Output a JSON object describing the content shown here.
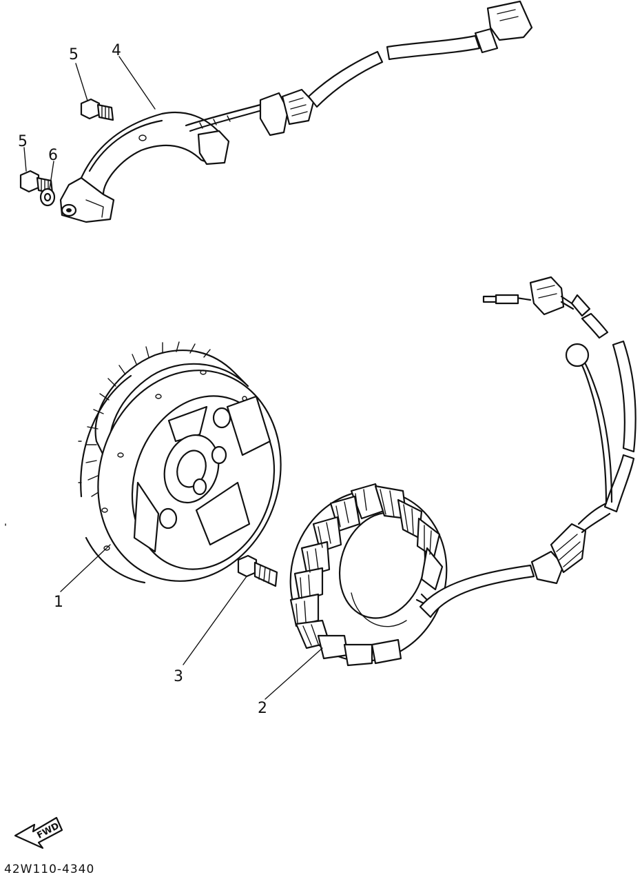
{
  "callouts": {
    "p1": "1",
    "p2": "2",
    "p3": "3",
    "p4": "4",
    "p5a": "5",
    "p5b": "5",
    "p6": "6"
  },
  "fwd_label": "FWD",
  "drawing_code": "42W110-4340",
  "colors": {
    "ink": "#111111",
    "paper": "#ffffff"
  }
}
